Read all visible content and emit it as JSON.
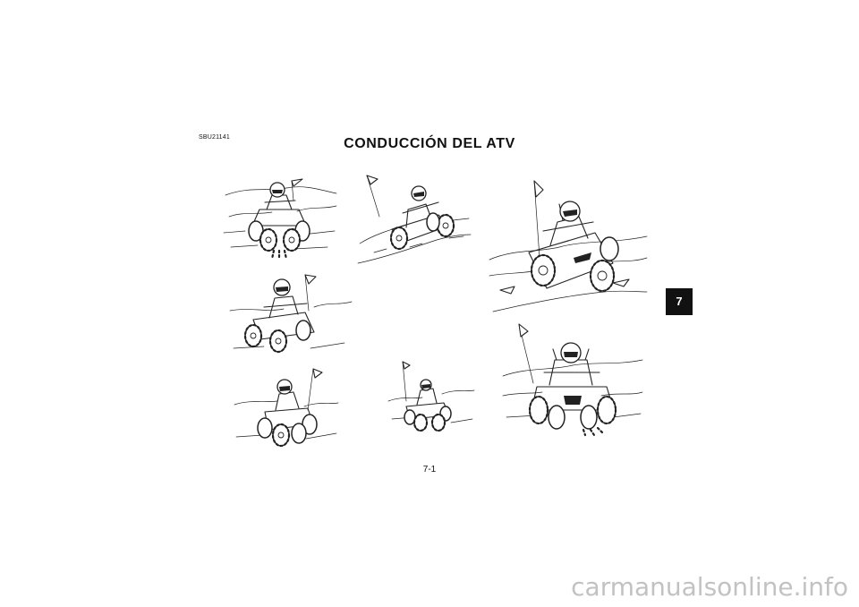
{
  "section_code": "SBU21141",
  "title": "CONDUCCIÓN DEL ATV",
  "chapter_tab": "7",
  "page_number": "7-1",
  "watermark": "carmanualsonline.info"
}
